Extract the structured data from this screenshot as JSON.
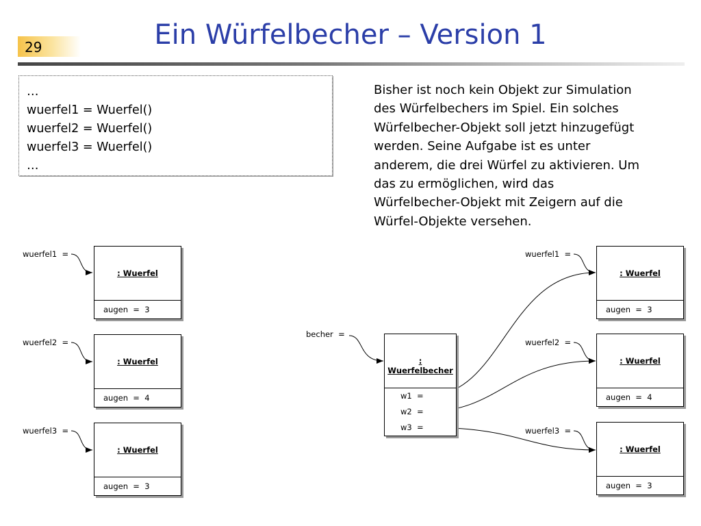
{
  "slide_number": "29",
  "title": "Ein Würfelbecher – Version 1",
  "code_lines": [
    "…",
    "wuerfel1 = Wuerfel()",
    "wuerfel2 = Wuerfel()",
    "wuerfel3 = Wuerfel()",
    "…"
  ],
  "description_lines": [
    "Bisher ist noch kein Objekt zur Simulation",
    "des Würfelbechers im Spiel. Ein solches",
    "Würfelbecher-Objekt soll jetzt hinzugefügt",
    "werden. Seine Aufgabe ist es unter",
    "anderem, die drei Würfel zu aktivieren. Um",
    "das zu ermöglichen, wird das",
    "Würfelbecher-Objekt mit Zeigern auf die",
    "Würfel-Objekte versehen."
  ],
  "left_diagram": {
    "dice": [
      {
        "var": "wuerfel1  =",
        "name": ": Wuerfel",
        "attr": "augen  =  3"
      },
      {
        "var": "wuerfel2  =",
        "name": ": Wuerfel",
        "attr": "augen  =  4"
      },
      {
        "var": "wuerfel3  =",
        "name": ": Wuerfel",
        "attr": "augen  =  3"
      }
    ]
  },
  "right_diagram": {
    "becher": {
      "var": "becher  =",
      "name": ": Wuerfelbecher",
      "attrs": [
        "w1  =",
        "w2  =",
        "w3  ="
      ]
    },
    "dice": [
      {
        "var": "wuerfel1  =",
        "name": ": Wuerfel",
        "attr": "augen  =  3"
      },
      {
        "var": "wuerfel2  =",
        "name": ": Wuerfel",
        "attr": "augen  =  4"
      },
      {
        "var": "wuerfel3  =",
        "name": ": Wuerfel",
        "attr": "augen  =  3"
      }
    ]
  }
}
